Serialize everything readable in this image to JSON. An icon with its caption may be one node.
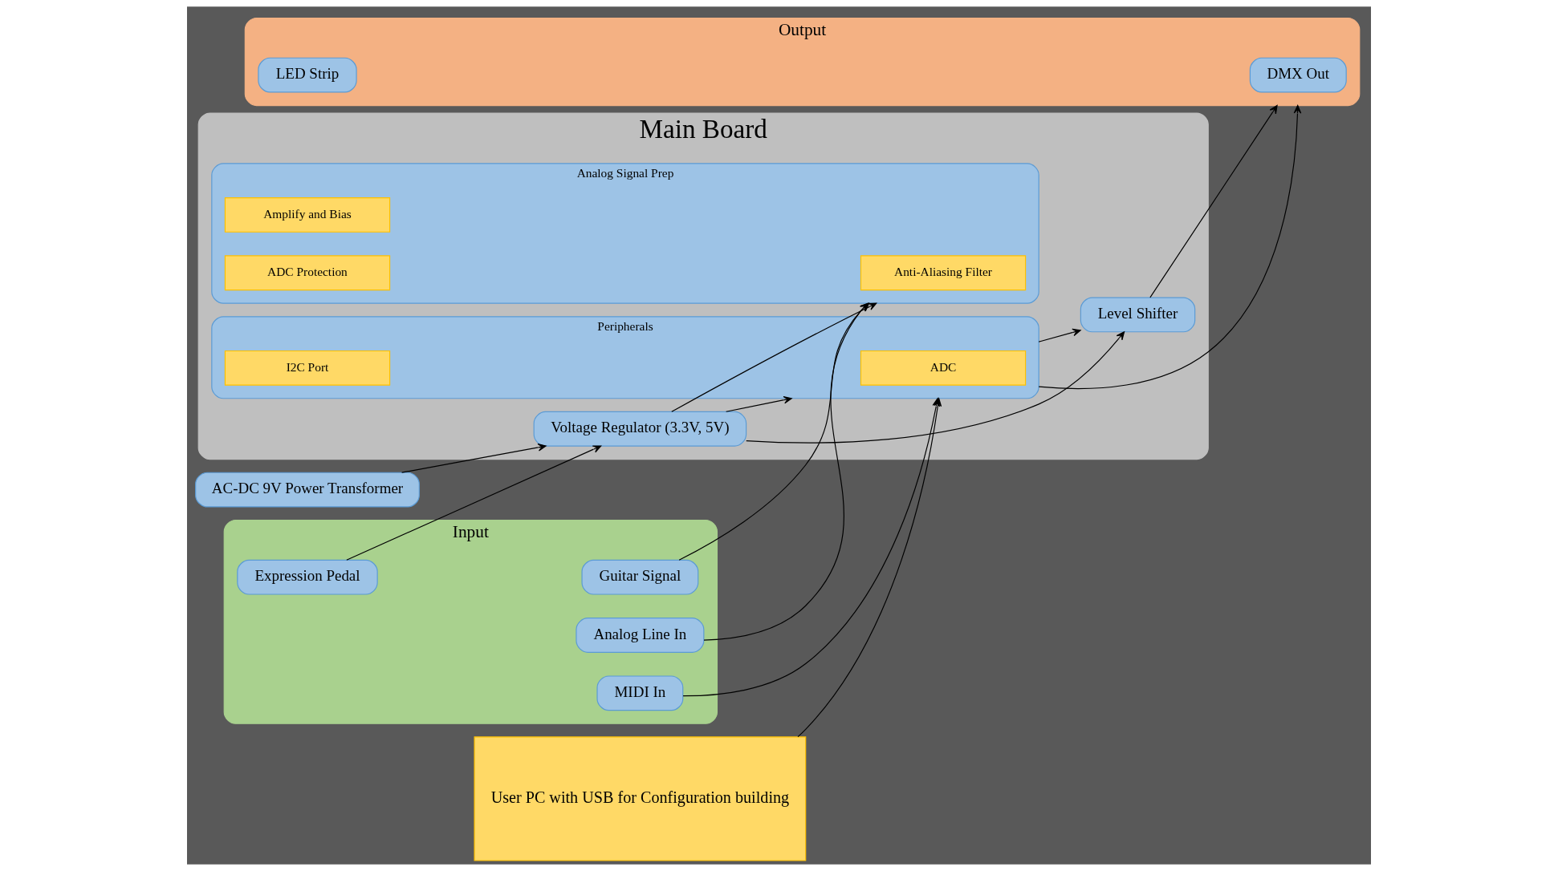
{
  "diagram": {
    "nodes": [
      {
        "text": [
          "Input"
        ]
      },
      {
        "text": [
          "Guitar Signal"
        ],
        "in": 0
      },
      {
        "text": [
          "Analog Line In"
        ],
        "in": 0
      },
      {
        "text": [
          "MIDI In"
        ],
        "in": 0
      },
      {
        "text": [
          "Expression Pedal"
        ],
        "in": 0
      },
      {
        "text": [
          "Main Board"
        ]
      },
      {
        "text": [
          "Analog Signal Prep"
        ],
        "in": 5
      },
      {
        "text": [
          "Anti-Aliasing Filter"
        ],
        "in": 6
      },
      {
        "text": [
          "Amplify and Bias"
        ],
        "in": 6
      },
      {
        "text": [
          "ADC Protection"
        ],
        "in": 6
      },
      {
        "text": [
          "Peripherals"
        ],
        "in": 5
      },
      {
        "text": [
          "ADC"
        ],
        "in": 10
      },
      {
        "text": [
          "I2C Port"
        ],
        "in": 10
      },
      {
        "text": [
          "Voltage Regulator (3.3V, 5V)"
        ],
        "in": 5
      },
      {
        "text": [
          "Level Shifter"
        ],
        "in": 5
      },
      {
        "text": [
          "User PC with USB for Configuration building"
        ]
      },
      {
        "text": [
          "AC-DC 9V Power Transformer"
        ]
      },
      {
        "text": [
          "Output"
        ]
      },
      {
        "text": [
          "DMX Out"
        ],
        "in": 17
      },
      {
        "text": [
          "LED Strip"
        ],
        "in": 17
      }
    ],
    "edges": [
      {
        "from": 1,
        "to": 6,
        "arrow": "to"
      },
      {
        "from": 2,
        "to": 6,
        "arrow": "to"
      },
      {
        "from": 3,
        "to": 10,
        "arrow": "to"
      },
      {
        "from": 4,
        "to": 13,
        "arrow": "to"
      },
      {
        "from": 13,
        "to": 6,
        "arrow": "to"
      },
      {
        "from": 13,
        "to": 10,
        "arrow": "to"
      },
      {
        "from": 13,
        "to": 14,
        "arrow": "to"
      },
      {
        "from": 10,
        "to": 14,
        "arrow": "to"
      },
      {
        "from": 15,
        "to": 10,
        "arrow": "to"
      },
      {
        "from": 10,
        "to": 17,
        "arrow": "to"
      },
      {
        "from": 14,
        "to": 17,
        "arrow": "to"
      },
      {
        "from": 16,
        "to": 13,
        "arrow": "to"
      }
    ]
  }
}
